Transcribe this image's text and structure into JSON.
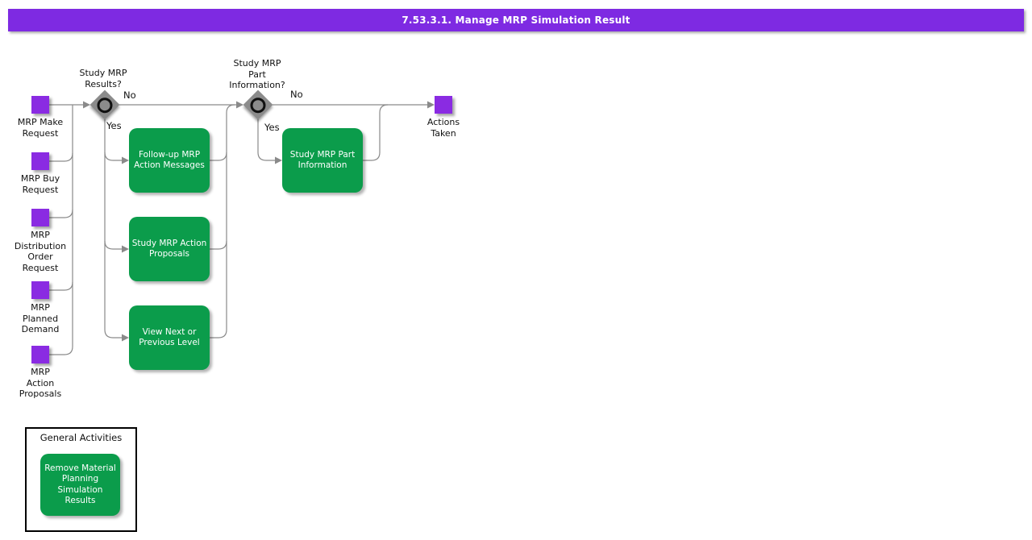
{
  "header": {
    "title": "7.53.3.1. Manage MRP Simulation Result"
  },
  "colors": {
    "header_bg": "#7e2ae2",
    "input_square": "#8a2be2",
    "activity_green": "#0b9c4b",
    "connector_gray": "#8a8a8a",
    "decision_gray": "#8b8b8b"
  },
  "inputs": [
    {
      "label": "MRP Make\nRequest"
    },
    {
      "label": "MRP Buy\nRequest"
    },
    {
      "label": "MRP\nDistribution\nOrder\nRequest"
    },
    {
      "label": "MRP\nPlanned\nDemand"
    },
    {
      "label": "MRP\nAction\nProposals"
    }
  ],
  "decisions": [
    {
      "question": "Study MRP\nResults?",
      "no": "No",
      "yes": "Yes"
    },
    {
      "question": "Study MRP\nPart\nInformation?",
      "no": "No",
      "yes": "Yes"
    }
  ],
  "activities": [
    {
      "label": "Follow-up MRP\nAction Messages"
    },
    {
      "label": "Study MRP Action\nProposals"
    },
    {
      "label": "View Next or\nPrevious Level"
    },
    {
      "label": "Study MRP Part\nInformation"
    }
  ],
  "output": {
    "label": "Actions\nTaken"
  },
  "general_activities": {
    "title": "General Activities",
    "items": [
      {
        "label": "Remove Material\nPlanning\nSimulation\nResults"
      }
    ]
  }
}
